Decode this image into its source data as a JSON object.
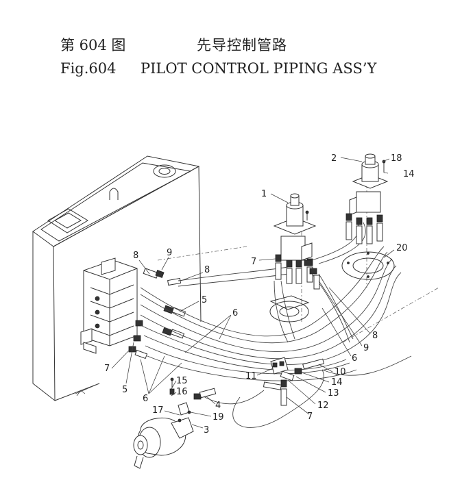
{
  "header": {
    "figure_cn": "第 604 图",
    "title_cn": "先导控制管路",
    "figure_en": "Fig.604",
    "title_en": "PILOT CONTROL PIPING ASS’Y"
  },
  "callouts": [
    {
      "id": "c1",
      "text": "1"
    },
    {
      "id": "c2",
      "text": "2"
    },
    {
      "id": "c18",
      "text": "18"
    },
    {
      "id": "c14a",
      "text": "14"
    },
    {
      "id": "c20",
      "text": "20"
    },
    {
      "id": "c8a",
      "text": "8"
    },
    {
      "id": "c9a",
      "text": "9"
    },
    {
      "id": "c8b",
      "text": "8"
    },
    {
      "id": "c7a",
      "text": "7"
    },
    {
      "id": "c5a",
      "text": "5"
    },
    {
      "id": "c6a",
      "text": "6"
    },
    {
      "id": "c8c",
      "text": "8"
    },
    {
      "id": "c9b",
      "text": "9"
    },
    {
      "id": "c6b",
      "text": "6"
    },
    {
      "id": "c7b",
      "text": "7"
    },
    {
      "id": "c5b",
      "text": "5"
    },
    {
      "id": "c10",
      "text": "10"
    },
    {
      "id": "c11",
      "text": "11"
    },
    {
      "id": "c14b",
      "text": "14"
    },
    {
      "id": "c13",
      "text": "13"
    },
    {
      "id": "c12",
      "text": "12"
    },
    {
      "id": "c7c",
      "text": "7"
    },
    {
      "id": "c6c",
      "text": "6"
    },
    {
      "id": "c15",
      "text": "15"
    },
    {
      "id": "c16",
      "text": "16"
    },
    {
      "id": "c4",
      "text": "4"
    },
    {
      "id": "c17",
      "text": "17"
    },
    {
      "id": "c19",
      "text": "19"
    },
    {
      "id": "c3",
      "text": "3"
    }
  ]
}
